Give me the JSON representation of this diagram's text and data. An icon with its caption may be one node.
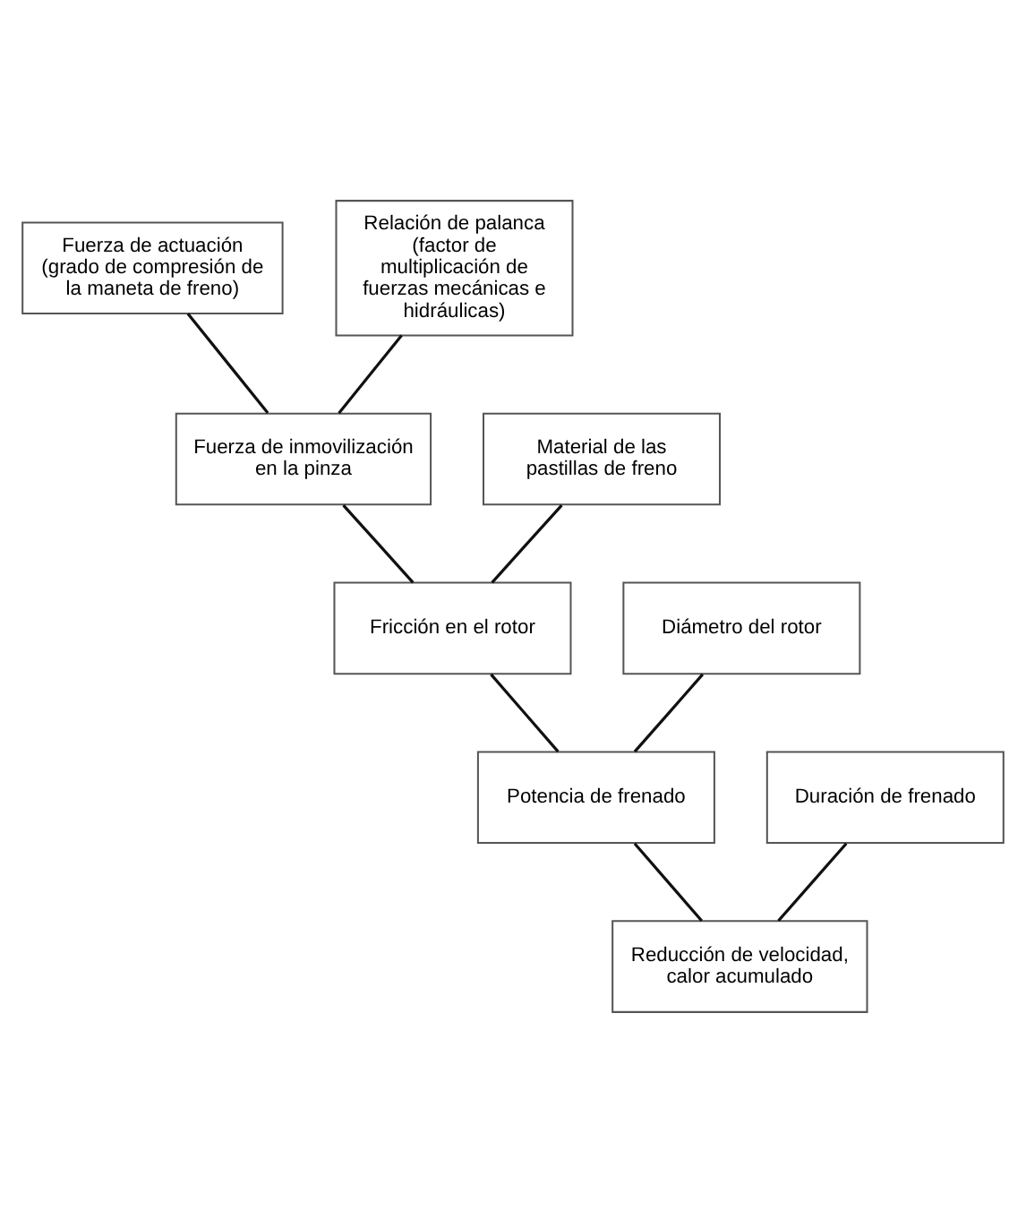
{
  "diagram": {
    "nodes": [
      {
        "text": [
          "Fuerza de actuación (grado de compresión de la maneta de freno)"
        ]
      },
      {
        "text": [
          "Relación de palanca (factor de multiplicación de fuerzas mecánicas e hidráulicas)"
        ]
      },
      {
        "text": [
          "Fuerza de inmovilización en la pinza"
        ]
      },
      {
        "text": [
          "Material de las pastillas de freno"
        ]
      },
      {
        "text": [
          "Diámetro del rotor"
        ]
      },
      {
        "text": [
          "Fricción en el rotor"
        ]
      },
      {
        "text": [
          "Potencia de frenado"
        ]
      },
      {
        "text": [
          "Duración de frenado"
        ]
      },
      {
        "text": [
          "Reducción de velocidad, calor acumulado"
        ]
      }
    ],
    "edges": [
      {
        "from": 0,
        "to": 2,
        "arrow": "none"
      },
      {
        "from": 1,
        "to": 2,
        "arrow": "none"
      },
      {
        "from": 2,
        "to": 5,
        "arrow": "none"
      },
      {
        "from": 3,
        "to": 5,
        "arrow": "none"
      },
      {
        "from": 4,
        "to": 6,
        "arrow": "none"
      },
      {
        "from": 5,
        "to": 6,
        "arrow": "none"
      },
      {
        "from": 6,
        "to": 8,
        "arrow": "none"
      },
      {
        "from": 7,
        "to": 8,
        "arrow": "none"
      }
    ]
  }
}
